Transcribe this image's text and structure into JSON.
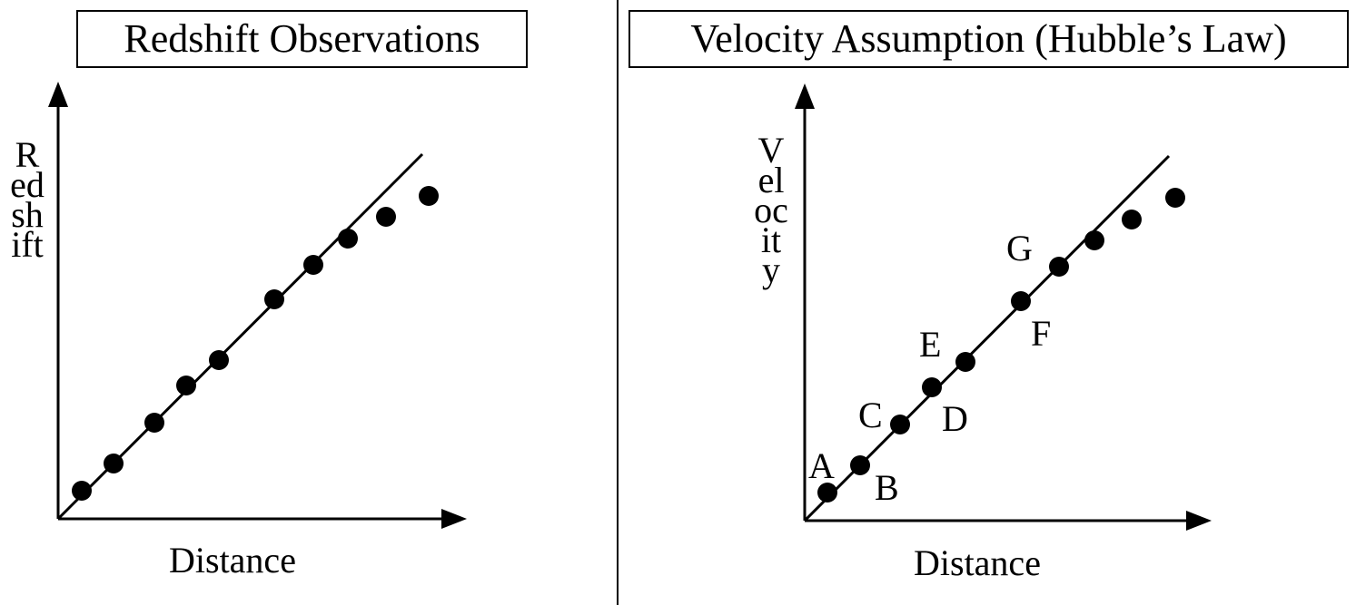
{
  "panels": {
    "left": {
      "title": "Redshift Observations",
      "xlabel": "Distance",
      "ylabel": "Redshift"
    },
    "right": {
      "title": "Velocity Assumption (Hubble’s Law)",
      "xlabel": "Distance",
      "ylabel": "Velocity",
      "point_labels": [
        "A",
        "B",
        "C",
        "D",
        "E",
        "F",
        "G"
      ]
    }
  },
  "colors": {
    "ink": "#000000",
    "background": "#ffffff"
  }
}
